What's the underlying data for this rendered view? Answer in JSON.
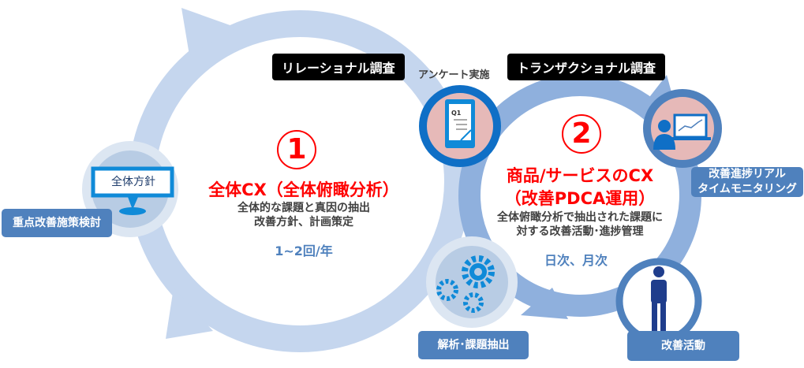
{
  "tags": {
    "relational": "リレーショナル調査",
    "transactional": "トランザクショナル調査"
  },
  "survey_label": "アンケート実施",
  "survey_icon_text": "Q1",
  "cycle1": {
    "number": "1",
    "title": "全体CX（全体俯瞰分析）",
    "desc1": "全体的な課題と真因の抽出",
    "desc2": "改善方針、計画策定",
    "frequency": "1~2回/年"
  },
  "cycle2": {
    "number": "2",
    "title1": "商品/サービスのCX",
    "title2": "（改善PDCA運用）",
    "desc1": "全体俯瞰分析で抽出された課題に",
    "desc2": "対する改善活動･進捗管理",
    "frequency": "日次、月次"
  },
  "policy_sign": "全体方針",
  "labels": {
    "priority": "重点改善施策検討",
    "analysis": "解析･課題抽出",
    "monitoring1": "改善進捗リアル",
    "monitoring2": "タイムモニタリング",
    "activity": "改善活動"
  },
  "colors": {
    "outer_ring": "#c5d6ee",
    "inner_ring": "#8fb0dd",
    "label_bg": "#4f81bd",
    "accent_red": "#ff0000"
  }
}
